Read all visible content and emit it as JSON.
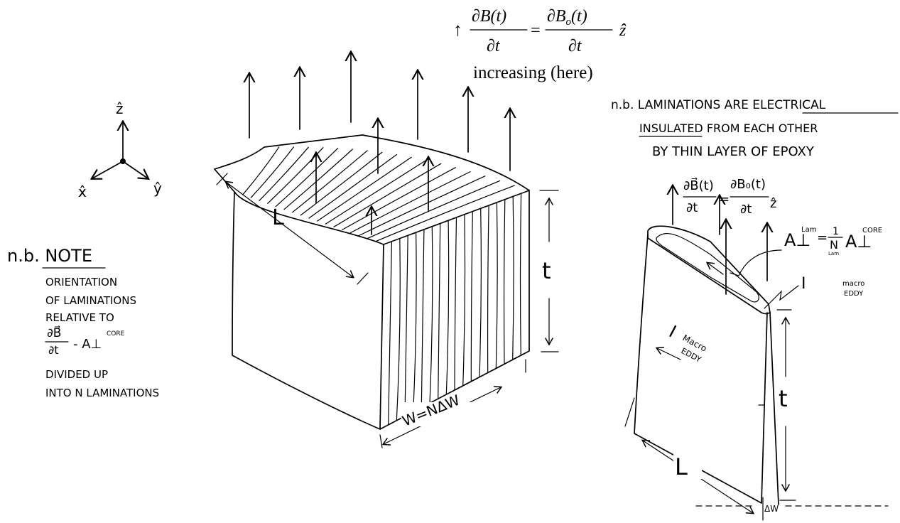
{
  "equation": {
    "arrow": "↑",
    "lhs_num": "∂B(t)",
    "lhs_den": "∂t",
    "equals": "=",
    "rhs_num": "∂B",
    "rhs_sub": "o",
    "rhs_num_tail": "(t)",
    "rhs_den": "∂t",
    "unit_vector": "ẑ",
    "caption": "increasing (here)"
  },
  "axes": {
    "z_label": "ẑ",
    "x_label": "x̂",
    "y_label": "ŷ"
  },
  "left_note": {
    "heading": "n.b. NOTE",
    "lines": [
      "ORIENTATION",
      "OF LAMINATIONS",
      "RELATIVE TO"
    ],
    "formula_num": "∂B⃗",
    "formula_den": "∂t",
    "formula_tail": "- A⊥",
    "formula_sup": "CORE",
    "line_divided": "DIVIDED UP",
    "line_into": "INTO N LAMINATIONS"
  },
  "block": {
    "label_L": "L",
    "label_t": "t",
    "label_W": "W=NΔW"
  },
  "right_note": {
    "line1": "n.b. LAMINATIONS ARE ELECTRICAL",
    "line2": "INSULATED FROM EACH OTHER",
    "line3": "BY THIN LAYER OF EPOXY"
  },
  "lamination": {
    "eq_lhs_num": "∂B⃗(t)",
    "eq_lhs_den": "∂t",
    "eq_rhs_num": "∂B₀(t)",
    "eq_rhs_den": "∂t",
    "eq_unit": "ẑ",
    "area_lhs": "A⊥",
    "area_lhs_sup": "Lam",
    "area_eq": "=",
    "area_frac_num": "1",
    "area_frac_den": "N",
    "area_frac_sub": "Lam",
    "area_rhs": "A⊥",
    "area_rhs_sup": "CORE",
    "current_top_I": "I",
    "current_top_sub1": "macro",
    "current_top_sub2": "EDDY",
    "current_face_I": "I",
    "current_face_sub1": "Macro",
    "current_face_sub2": "EDDY",
    "label_t": "t",
    "label_L": "L",
    "label_dW": "ΔW"
  }
}
